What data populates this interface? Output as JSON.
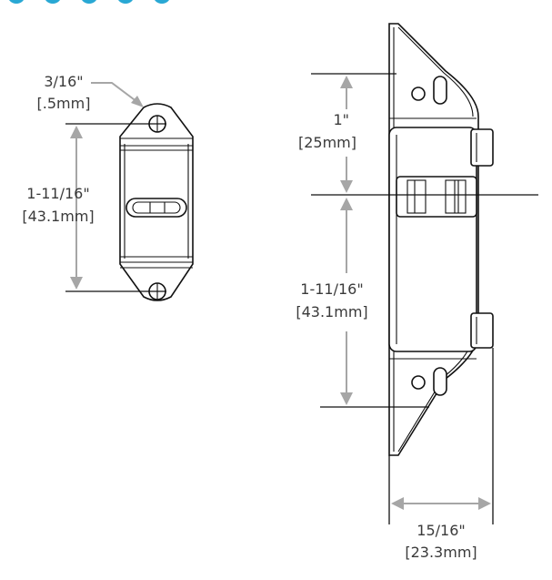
{
  "header": {
    "dot_color": "#29a8d4"
  },
  "dimensions": {
    "left_hole_dia": {
      "imperial": "3/16\"",
      "metric": "[.5mm]"
    },
    "left_hole_spacing": {
      "imperial": "1-11/16\"",
      "metric": "[43.1mm]"
    },
    "right_top_offset": {
      "imperial": "1\"",
      "metric": "[25mm]"
    },
    "right_hole_spacing": {
      "imperial": "1-11/16\"",
      "metric": "[43.1mm]"
    },
    "right_depth": {
      "imperial": "15/16\"",
      "metric": "[23.3mm]"
    }
  },
  "colors": {
    "outline": "#111111",
    "dimension": "#a6a6a6",
    "text": "#3a3a3a"
  }
}
